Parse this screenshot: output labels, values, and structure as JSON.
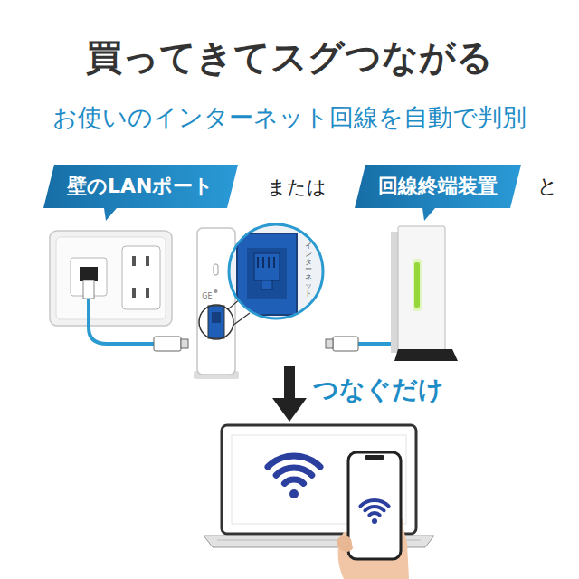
{
  "diagram": {
    "title": "買ってきてスグつながる",
    "nodes": [
      {
        "text": [
          "壁のLANポート"
        ]
      },
      {
        "text": [
          "回線終端装置"
        ]
      }
    ],
    "labels": [
      "お使いのインターネット回線を自動で判別",
      "または",
      "と",
      "GE",
      "インターネット",
      "つなぐだけ"
    ]
  }
}
